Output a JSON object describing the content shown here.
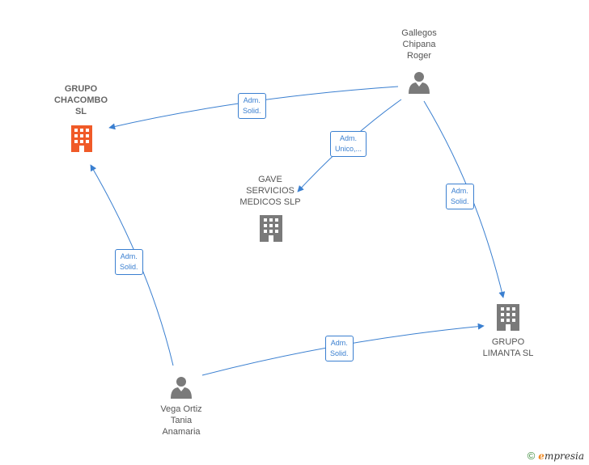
{
  "nodes": {
    "gallegos": {
      "label_lines": [
        "Gallegos",
        "Chipana",
        "Roger"
      ],
      "type": "person"
    },
    "chacombo": {
      "label_lines": [
        "GRUPO",
        "CHACOMBO",
        "SL"
      ],
      "type": "company-main"
    },
    "gave": {
      "label_lines": [
        "GAVE",
        "SERVICIOS",
        "MEDICOS  SLP"
      ],
      "type": "company"
    },
    "limanta": {
      "label_lines": [
        "GRUPO",
        "LIMANTA  SL"
      ],
      "type": "company"
    },
    "vega": {
      "label_lines": [
        "Vega Ortiz",
        "Tania",
        "Anamaria"
      ],
      "type": "person"
    }
  },
  "edges": [
    {
      "from": "gallegos",
      "to": "chacombo",
      "label_lines": [
        "Adm.",
        "Solid."
      ]
    },
    {
      "from": "gallegos",
      "to": "gave",
      "label_lines": [
        "Adm.",
        "Unico,..."
      ]
    },
    {
      "from": "gallegos",
      "to": "limanta",
      "label_lines": [
        "Adm.",
        "Solid."
      ]
    },
    {
      "from": "vega",
      "to": "chacombo",
      "label_lines": [
        "Adm.",
        "Solid."
      ]
    },
    {
      "from": "vega",
      "to": "limanta",
      "label_lines": [
        "Adm.",
        "Solid."
      ]
    }
  ],
  "colors": {
    "edge": "#3a7fd0",
    "company_main": "#f05a28",
    "company": "#7a7a7a",
    "person": "#7a7a7a"
  },
  "footer": {
    "copyright_symbol": "©",
    "brand_initial": "e",
    "brand_rest": "mpresia"
  }
}
